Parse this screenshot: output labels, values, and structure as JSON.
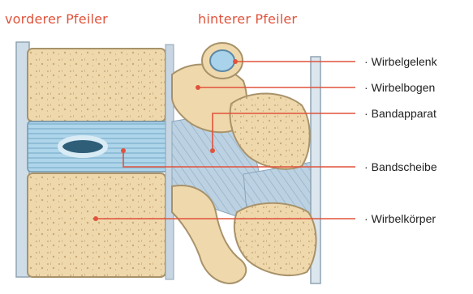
{
  "headers": {
    "front": "vorderer Pfeiler",
    "back": "hinterer Pfeiler"
  },
  "callouts": [
    {
      "label": "Wirbelgelenk"
    },
    {
      "label": "Wirbelbogen"
    },
    {
      "label": "Bandapparat"
    },
    {
      "label": "Bandscheibe"
    },
    {
      "label": "Wirbelkörper"
    }
  ],
  "colors": {
    "accent": "#e0533c",
    "bone": "#efd9ac",
    "ligament": "#b9cfe0",
    "cartilage": "#a9d3ea",
    "outline": "#5f6e7a"
  }
}
